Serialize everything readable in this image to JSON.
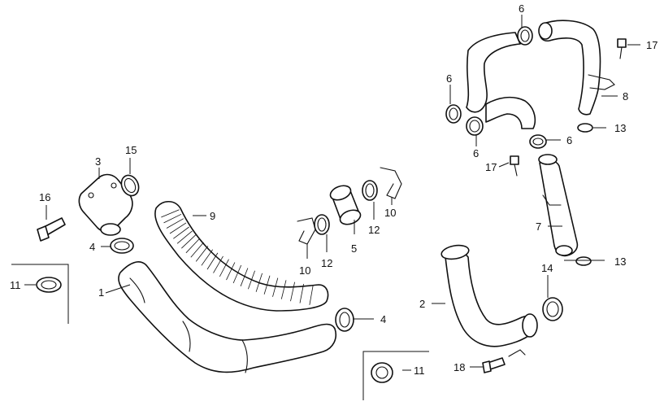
{
  "callouts": {
    "c1": "1",
    "c2": "2",
    "c3": "3",
    "c4a": "4",
    "c4b": "4",
    "c5": "5",
    "c6a": "6",
    "c6b": "6",
    "c6c": "6",
    "c6d": "6",
    "c7": "7",
    "c8": "8",
    "c9": "9",
    "c10a": "10",
    "c10b": "10",
    "c11a": "11",
    "c11b": "11",
    "c12a": "12",
    "c12b": "12",
    "c13a": "13",
    "c13b": "13",
    "c14": "14",
    "c15": "15",
    "c16": "16",
    "c17a": "17",
    "c17b": "17",
    "c18": "18"
  },
  "colors": {
    "line": "#111111",
    "background": "#ffffff"
  }
}
